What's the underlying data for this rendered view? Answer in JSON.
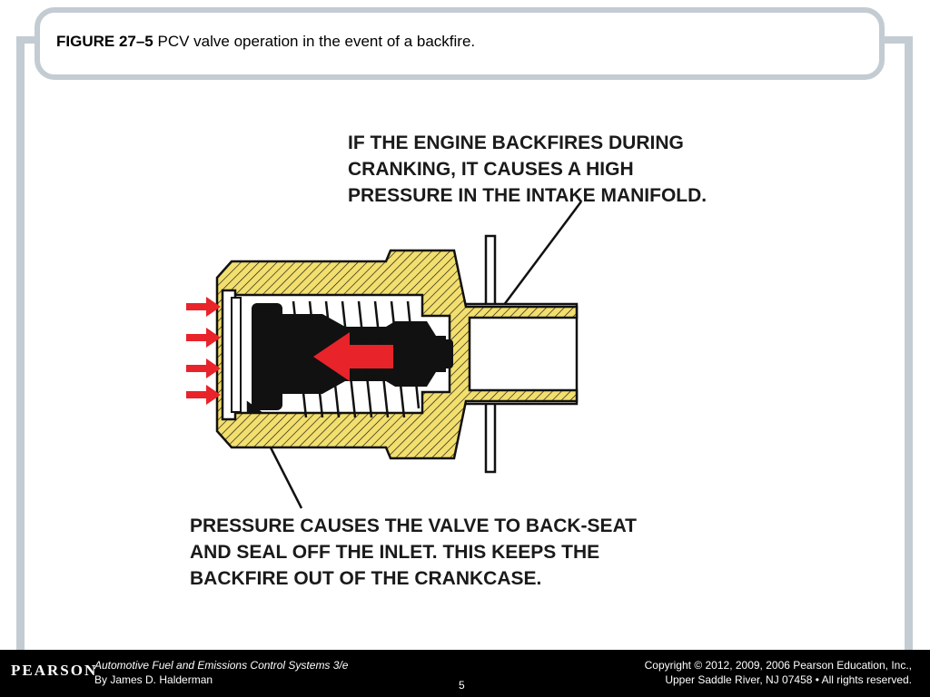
{
  "slide": {
    "figure_label": "FIGURE 27–5",
    "figure_caption": "PCV valve operation in the event of a backfire."
  },
  "diagram": {
    "callout_top": [
      "IF THE ENGINE BACKFIRES DURING",
      "CRANKING, IT CAUSES A HIGH",
      "PRESSURE IN THE INTAKE MANIFOLD."
    ],
    "callout_bottom": [
      "PRESSURE CAUSES THE VALVE TO BACK-SEAT",
      "AND SEAL OFF THE INLET. THIS KEEPS THE",
      "BACKFIRE OUT OF THE CRANKCASE."
    ],
    "colors": {
      "housing": "#f2df6e",
      "arrow_red": "#e8232a",
      "ink": "#111111",
      "frame": "#c3ccd2"
    }
  },
  "footer": {
    "logo": "PEARSON",
    "book_title": "Automotive Fuel and Emissions Control Systems 3/e",
    "author": "By James D. Halderman",
    "page_number": "5",
    "copyright_line1": "Copyright © 2012, 2009, 2006 Pearson Education, Inc.,",
    "copyright_line2": "Upper Saddle River, NJ 07458 • All rights reserved."
  }
}
